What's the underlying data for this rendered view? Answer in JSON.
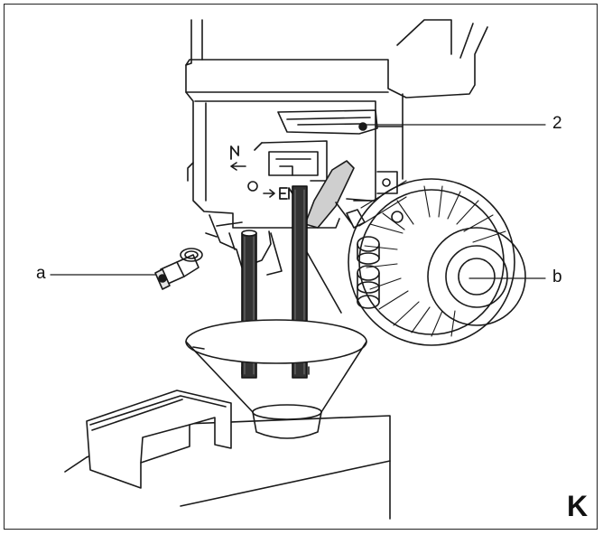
{
  "callouts": {
    "a": "a",
    "b": "b",
    "two": "2"
  },
  "figure_letter": "K",
  "colors": {
    "line": "#1a1a1a",
    "hose": "#333333",
    "fill": "#ffffff"
  }
}
